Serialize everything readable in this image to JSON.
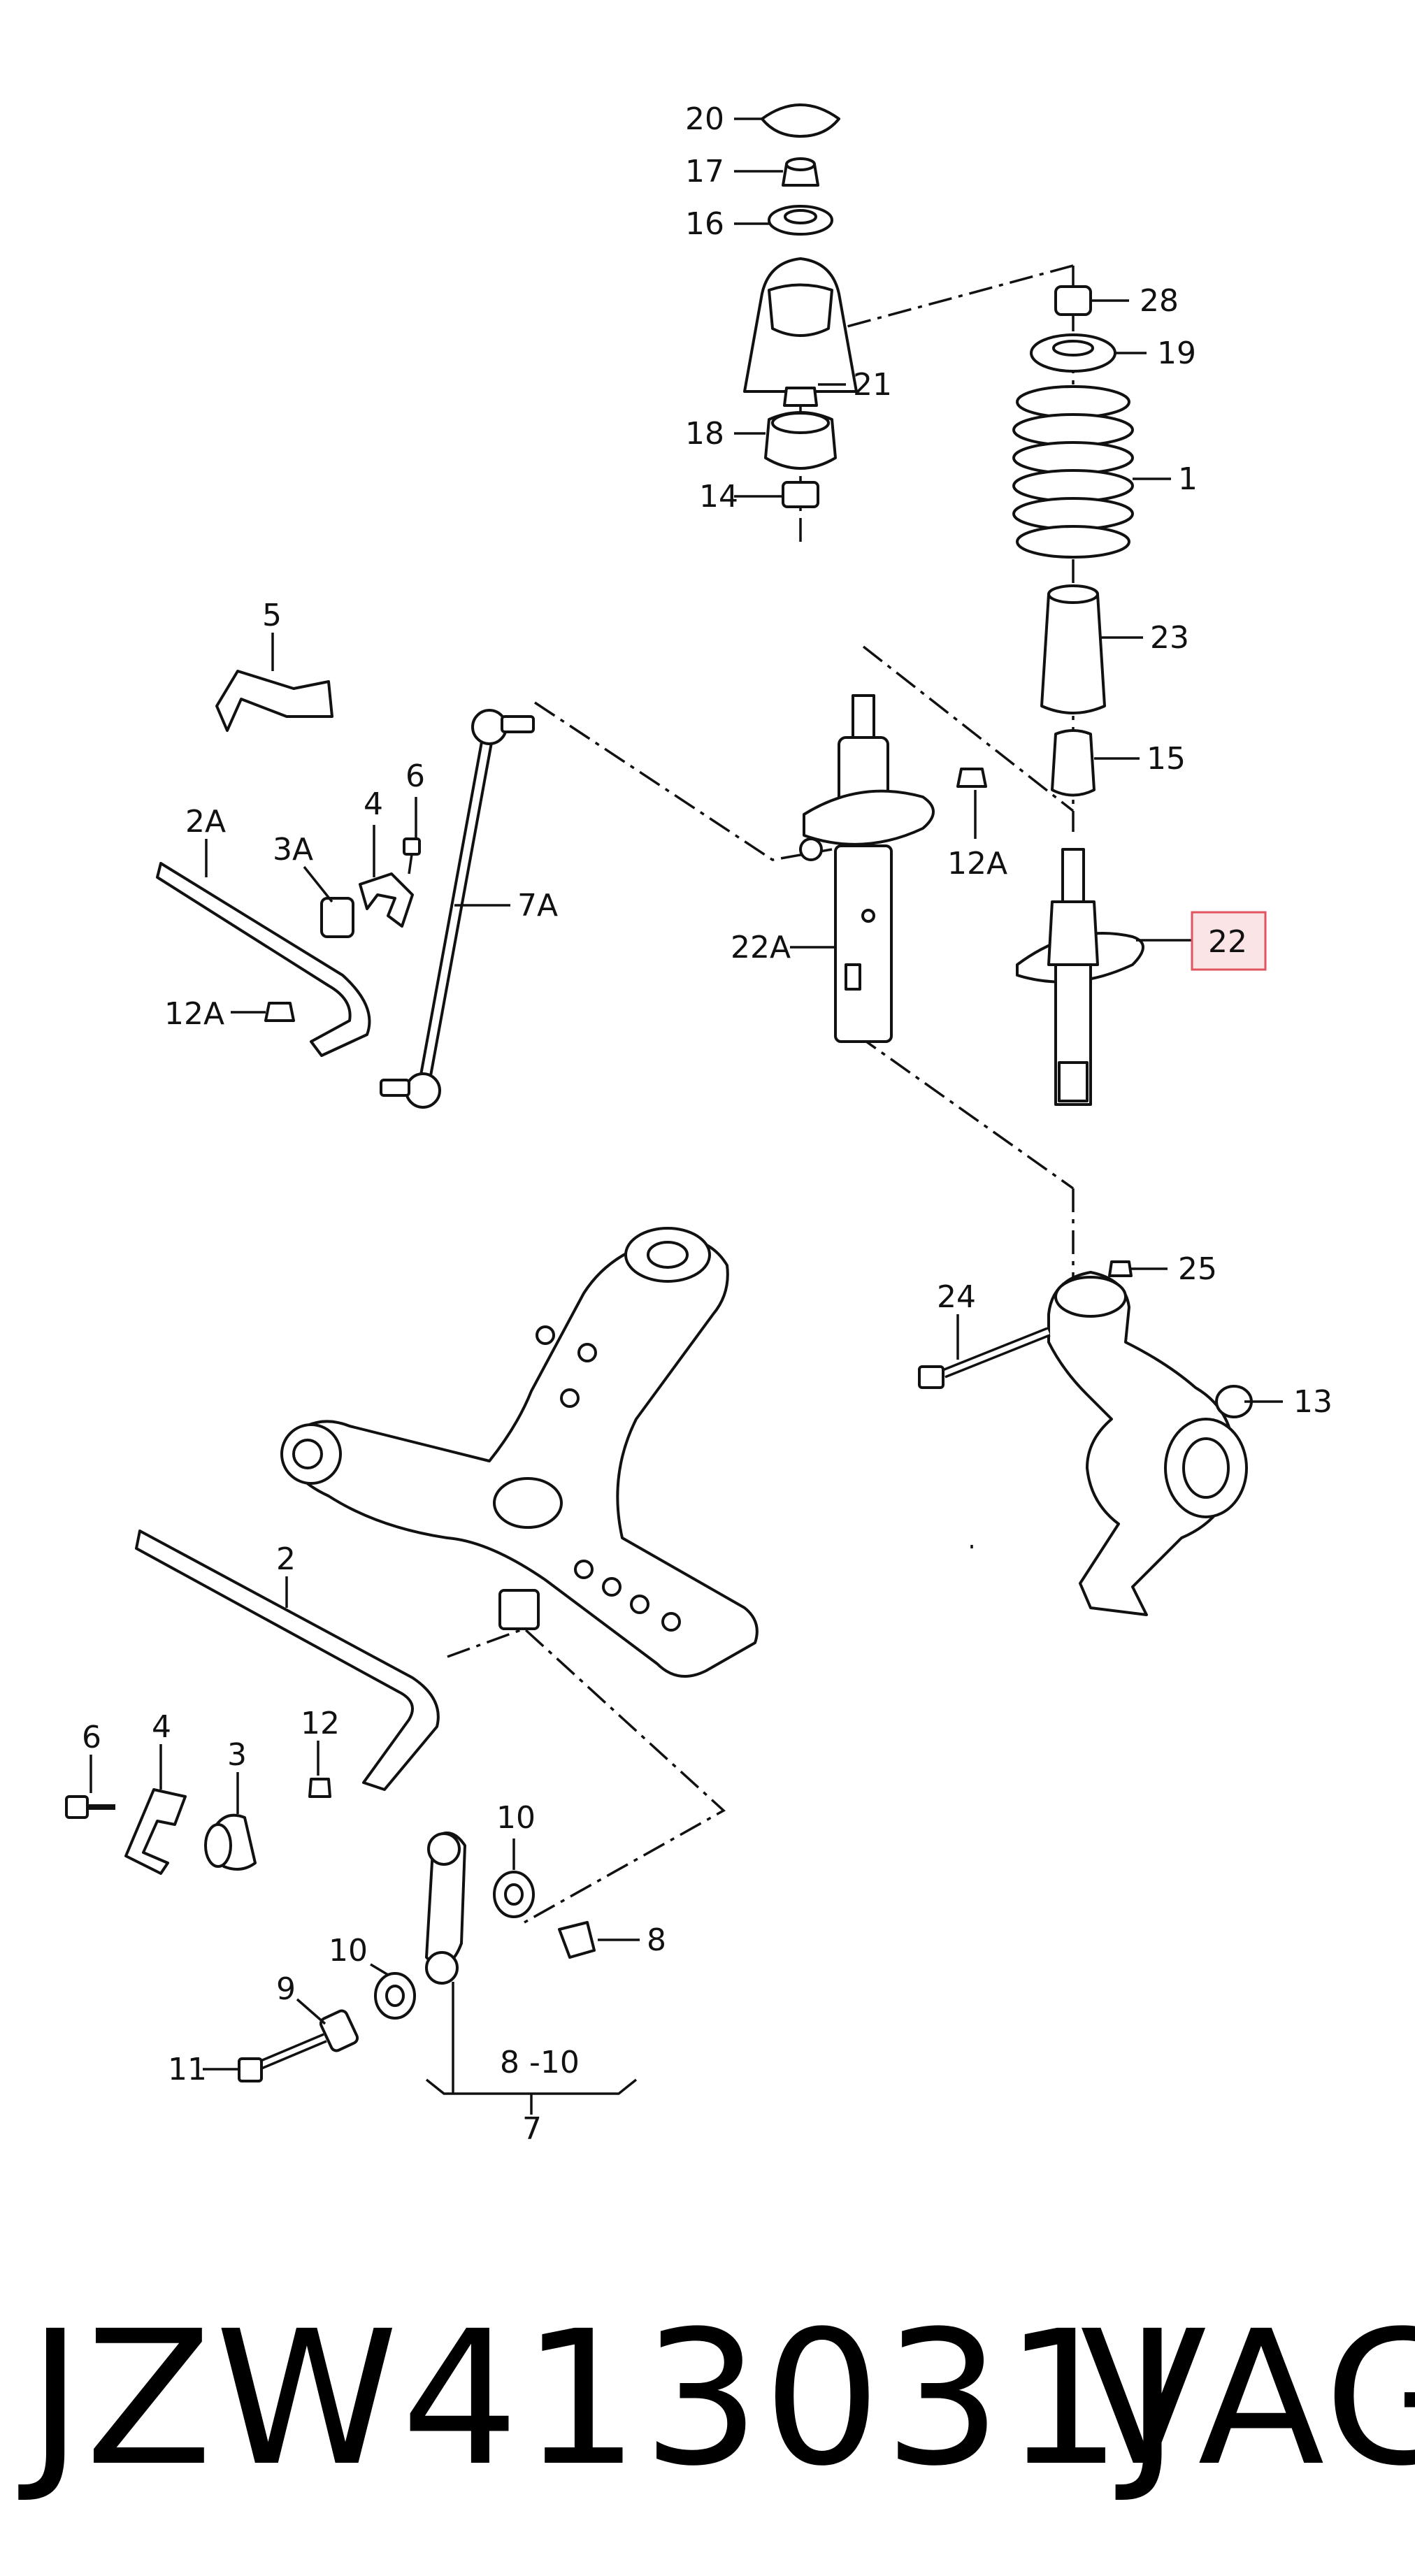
{
  "diagram": {
    "callouts": {
      "c20": "20",
      "c17": "17",
      "c16": "16",
      "c21": "21",
      "c18": "18",
      "c14": "14",
      "c28": "28",
      "c19": "19",
      "c1": "1",
      "c23": "23",
      "c15": "15",
      "c22": "22",
      "c12A_right": "12A",
      "c22A": "22A",
      "c5": "5",
      "c6_top": "6",
      "c4_top": "4",
      "c2A": "2A",
      "c3A": "3A",
      "c7A": "7A",
      "c12A_left": "12A",
      "c25": "25",
      "c24": "24",
      "c13": "13",
      "c2": "2",
      "c6_bottom": "6",
      "c4_bottom": "4",
      "c3_bottom": "3",
      "c12": "12",
      "c10_a": "10",
      "c10_b": "10",
      "c8": "8",
      "c9": "9",
      "c11": "11",
      "c8_10": "8 -10",
      "c7": "7"
    },
    "highlighted_callout": "22",
    "highlight_color": "#fbe4e6",
    "highlight_border": "#e0545f"
  },
  "footer": {
    "part_number": "JZW413031J",
    "brand": "VAG"
  }
}
